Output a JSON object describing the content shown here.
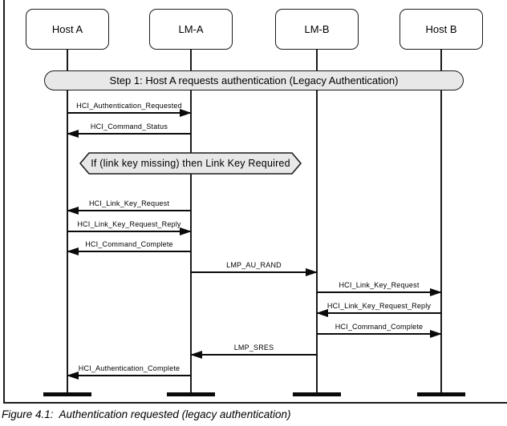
{
  "figure": {
    "caption": "Figure 4.1:  Authentication requested (legacy authentication)"
  },
  "colors": {
    "line": "#0a0a0a",
    "box_fill": "#ffffff",
    "banner_fill": "#e8e8e8",
    "condition_fill": "#e8e8e8"
  },
  "actors": [
    {
      "label": "Host A"
    },
    {
      "label": "LM-A"
    },
    {
      "label": "LM-B"
    },
    {
      "label": "Host B"
    }
  ],
  "banner": {
    "label": "Step 1: Host A requests authentication (Legacy Authentication)"
  },
  "condition": {
    "label": "If (link key missing) then Link Key Required"
  },
  "messages": [
    {
      "label": "HCI_Authentication_Requested",
      "from": "Host A",
      "to": "LM-A",
      "direction": "right"
    },
    {
      "label": "HCI_Command_Status",
      "from": "LM-A",
      "to": "Host A",
      "direction": "left"
    },
    {
      "label": "HCI_Link_Key_Request",
      "from": "LM-A",
      "to": "Host A",
      "direction": "left"
    },
    {
      "label": "HCI_Link_Key_Request_Reply",
      "from": "Host A",
      "to": "LM-A",
      "direction": "right"
    },
    {
      "label": "HCI_Command_Complete",
      "from": "LM-A",
      "to": "Host A",
      "direction": "left"
    },
    {
      "label": "LMP_AU_RAND",
      "from": "LM-A",
      "to": "LM-B",
      "direction": "right"
    },
    {
      "label": "HCI_Link_Key_Request",
      "from": "LM-B",
      "to": "Host B",
      "direction": "right"
    },
    {
      "label": "HCI_Link_Key_Request_Reply",
      "from": "Host B",
      "to": "LM-B",
      "direction": "left"
    },
    {
      "label": "HCI_Command_Complete",
      "from": "LM-B",
      "to": "Host B",
      "direction": "right"
    },
    {
      "label": "LMP_SRES",
      "from": "LM-B",
      "to": "LM-A",
      "direction": "left"
    },
    {
      "label": "HCI_Authentication_Complete",
      "from": "LM-A",
      "to": "Host A",
      "direction": "left"
    }
  ]
}
